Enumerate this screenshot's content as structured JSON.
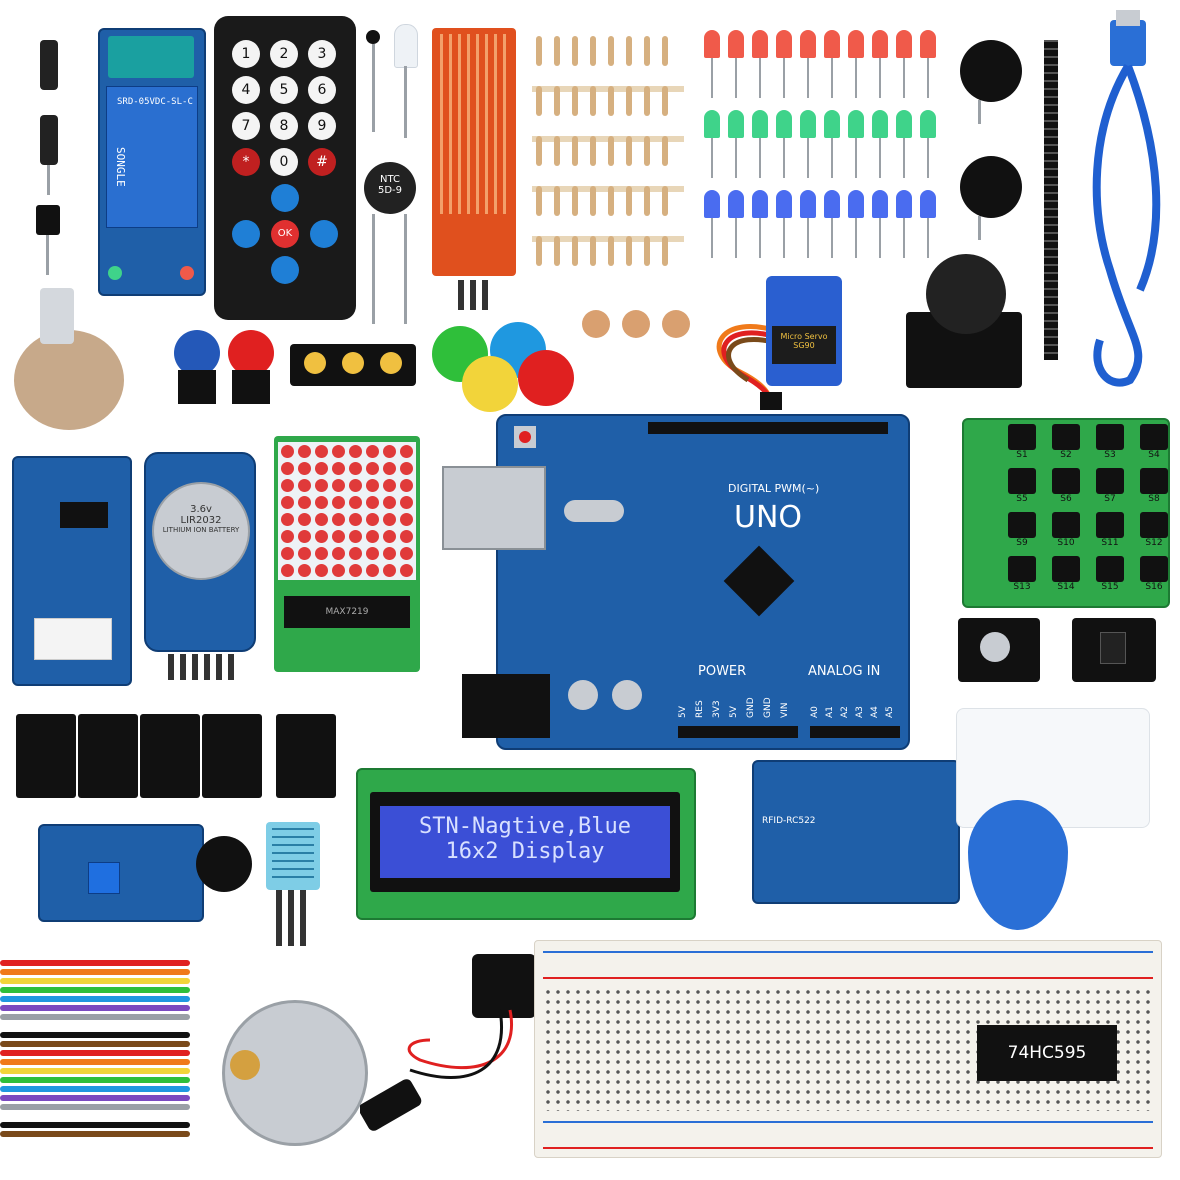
{
  "remote": {
    "keys": [
      "1",
      "2",
      "3",
      "4",
      "5",
      "6",
      "7",
      "8",
      "9",
      "*",
      "0",
      "#"
    ],
    "ok": "OK"
  },
  "relay": {
    "brand": "SONGLE",
    "model": "SRD-05VDC-SL-C"
  },
  "ntc": {
    "line1": "NTC",
    "line2": "5D-9"
  },
  "servo": {
    "label": "Micro Servo",
    "model": "SG90"
  },
  "arduino": {
    "name": "UNO",
    "digital": "DIGITAL PWM(~)",
    "power": "POWER",
    "analog": "ANALOG IN",
    "power_pins": [
      "5V",
      "RES",
      "3V3",
      "5V",
      "GND",
      "GND",
      "VIN"
    ],
    "analog_pins": [
      "A0",
      "A1",
      "A2",
      "A3",
      "A4",
      "A5"
    ]
  },
  "rtc": {
    "battery_line1": "3.6v",
    "battery_line2": "LIR2032",
    "battery_line3": "LITHIUM ION BATTERY"
  },
  "matrix": {
    "chip": "MAX7219"
  },
  "keypad": {
    "keys": [
      "S1",
      "S2",
      "S3",
      "S4",
      "S5",
      "S6",
      "S7",
      "S8",
      "S9",
      "S10",
      "S11",
      "S12",
      "S13",
      "S14",
      "S15",
      "S16"
    ]
  },
  "lcd": {
    "line1": "STN-Nagtive,Blue",
    "line2": "16x2 Display"
  },
  "rfid": {
    "label": "RFID-RC522"
  },
  "chip74": {
    "label": "74HC595"
  },
  "colors": {
    "pcb_blue": "#1f5fa8",
    "pcb_green": "#2fa84a",
    "lcd_blue": "#3b4fd6",
    "led_red": "#f05a4a",
    "led_green": "#3fd38a",
    "led_blue": "#4a6cf0"
  }
}
